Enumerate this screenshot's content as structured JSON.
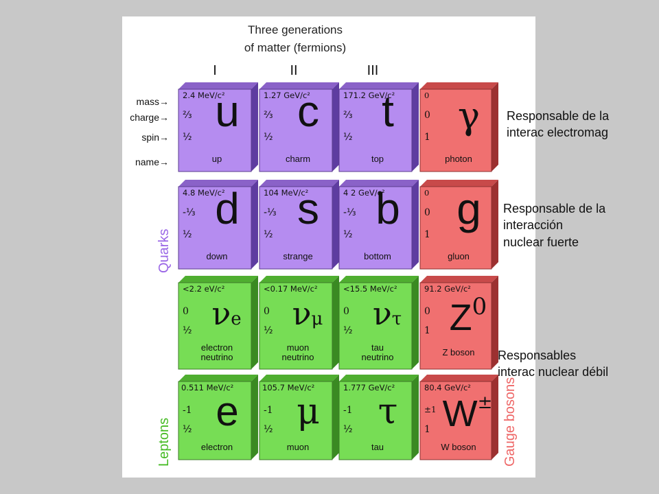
{
  "title": {
    "line1": "Three generations",
    "line2": "of matter (fermions)"
  },
  "generations": [
    "I",
    "II",
    "III"
  ],
  "row_labels": {
    "mass": "mass→",
    "charge": "charge→",
    "spin": "spin→",
    "name": "name→"
  },
  "colors": {
    "quark": "#b58cf0",
    "lepton": "#77dd55",
    "boson": "#f07070",
    "quark_label": "#9a66e6",
    "lepton_label": "#44bb22",
    "boson_label": "#ee6666"
  },
  "particles": [
    {
      "mass": "2.4 MeV/c²",
      "charge": "⅔",
      "spin": "½",
      "symbol": "u",
      "name": "up"
    },
    {
      "mass": "1.27 GeV/c²",
      "charge": "⅔",
      "spin": "½",
      "symbol": "c",
      "name": "charm"
    },
    {
      "mass": "171.2 GeV/c²",
      "charge": "⅔",
      "spin": "½",
      "symbol": "t",
      "name": "top"
    },
    {
      "mass": "0",
      "charge": "0",
      "spin": "1",
      "symbol": "γ",
      "name": "photon"
    },
    {
      "mass": "4.8 MeV/c²",
      "charge": "-⅓",
      "spin": "½",
      "symbol": "d",
      "name": "down"
    },
    {
      "mass": "104 MeV/c²",
      "charge": "-⅓",
      "spin": "½",
      "symbol": "s",
      "name": "strange"
    },
    {
      "mass": "4 2 GeV/c²",
      "charge": "-⅓",
      "spin": "½",
      "symbol": "b",
      "name": "bottom"
    },
    {
      "mass": "0",
      "charge": "0",
      "spin": "1",
      "symbol": "g",
      "name": "gluon"
    },
    {
      "mass": "<2.2 eV/c²",
      "charge": "0",
      "spin": "½",
      "symbol": "ν",
      "sub": "e",
      "name1": "electron",
      "name2": "neutrino"
    },
    {
      "mass": "<0.17 MeV/c²",
      "charge": "0",
      "spin": "½",
      "symbol": "ν",
      "sub": "μ",
      "name1": "muon",
      "name2": "neutrino"
    },
    {
      "mass": "<15.5 MeV/c²",
      "charge": "0",
      "spin": "½",
      "symbol": "ν",
      "sub": "τ",
      "name1": "tau",
      "name2": "neutrino"
    },
    {
      "mass": "91.2 GeV/c²",
      "charge": "0",
      "spin": "1",
      "symbol": "Z",
      "sup": "0",
      "name": "Z boson"
    },
    {
      "mass": "0.511 MeV/c²",
      "charge": "-1",
      "spin": "½",
      "symbol": "e",
      "name": "electron"
    },
    {
      "mass": "105.7 MeV/c²",
      "charge": "-1",
      "spin": "½",
      "symbol": "μ",
      "name": "muon"
    },
    {
      "mass": "1.777 GeV/c²",
      "charge": "-1",
      "spin": "½",
      "symbol": "τ",
      "name": "tau"
    },
    {
      "mass": "80.4 GeV/c²",
      "charge": "±1",
      "spin": "1",
      "symbol": "W",
      "sup": "±",
      "name": "W boson"
    }
  ],
  "side_labels": {
    "quarks": "Quarks",
    "leptons": "Leptons",
    "gauge_bosons": "Gauge bosons"
  },
  "notes": {
    "electromagnetic": {
      "line1": "Responsable de la",
      "line2": "interac electromag"
    },
    "strong": {
      "line1": "Responsable de la",
      "line2": "interacción",
      "line3": "nuclear fuerte"
    },
    "weak": {
      "line1": "Responsables",
      "line2": "interac nuclear débil"
    }
  }
}
